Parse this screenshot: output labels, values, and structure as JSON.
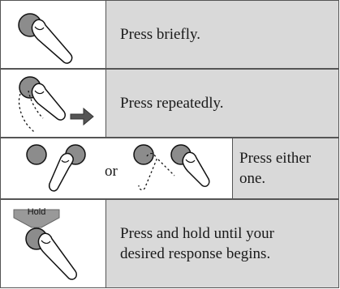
{
  "rows": [
    {
      "instruction": "Press briefly."
    },
    {
      "instruction": "Press repeatedly."
    },
    {
      "instruction": "Press either one.",
      "connector": "or"
    },
    {
      "instruction": "Press and hold until your desired response begins.",
      "badge": "Hold"
    }
  ],
  "icons": {
    "row1": "finger-press-icon",
    "row2": "finger-press-repeat-icon",
    "row3": "two-buttons-finger-icon",
    "row4": "finger-hold-icon"
  },
  "colors": {
    "instruction_background": "#d9d9d9",
    "button_fill": "#8c8c8c",
    "badge_fill": "#999999",
    "border": "#555555"
  }
}
